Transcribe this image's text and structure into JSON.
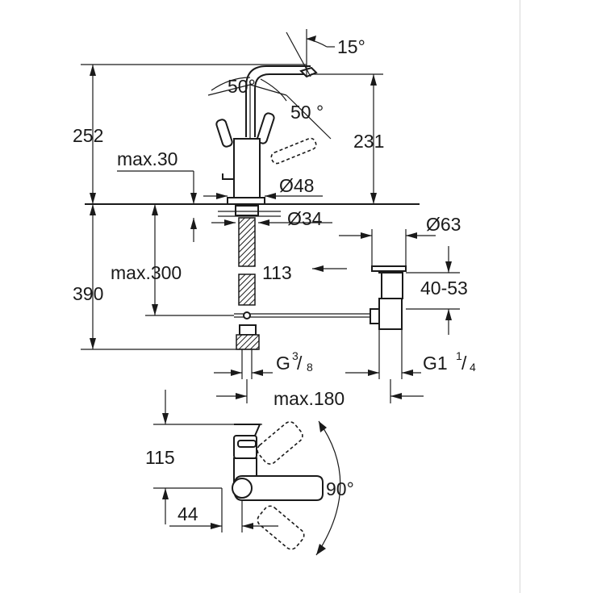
{
  "dimensions": {
    "angle_15": "15°",
    "angle_50_left": "50°",
    "angle_50_right": "50 °",
    "height_252": "252",
    "height_231": "231",
    "max_30": "max.30",
    "dia_48": "Ø48",
    "dia_34": "Ø34",
    "dia_63": "Ø63",
    "max_300": "max.300",
    "len_113": "113",
    "range_40_53": "40-53",
    "height_390": "390",
    "thread_g": "G",
    "thread_g_num": "3",
    "thread_g_den": "8",
    "thread_g1": "G1",
    "thread_g1_num": "1",
    "thread_g1_den": "4",
    "max_180": "max.180",
    "len_115": "115",
    "angle_90": "90°",
    "len_44": "44"
  }
}
